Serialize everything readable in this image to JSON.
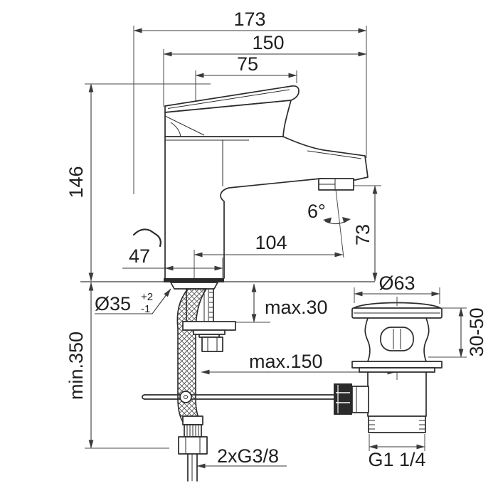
{
  "drawing": {
    "type": "technical-dimension-drawing",
    "subject": "single-lever basin mixer faucet with flexible supply hose and pop-up waste",
    "units": "mm",
    "dims": {
      "overall_length": "173",
      "length_to_spout_tip": "150",
      "handle_length": "75",
      "body_height": "146",
      "spout_outlet_height": "73",
      "spout_reach": "104",
      "base_depth": "47",
      "outlet_angle": "6°",
      "deck_hole": "Ø35",
      "deck_hole_tol_upper": "+2",
      "deck_hole_tol_lower": "-1",
      "deck_thickness": "max.30",
      "supply_hose_length": "min.350",
      "pull_rod_length": "max.150",
      "waste_flange_diameter": "Ø63",
      "waste_height_range": "30-50",
      "supply_thread": "2xG3/8",
      "waste_thread": "G1 1/4"
    },
    "colors": {
      "background": "#ffffff",
      "object_line": "#2b2b2b",
      "dimension_line": "#3a3a3a",
      "text": "#1f1f1f"
    }
  }
}
